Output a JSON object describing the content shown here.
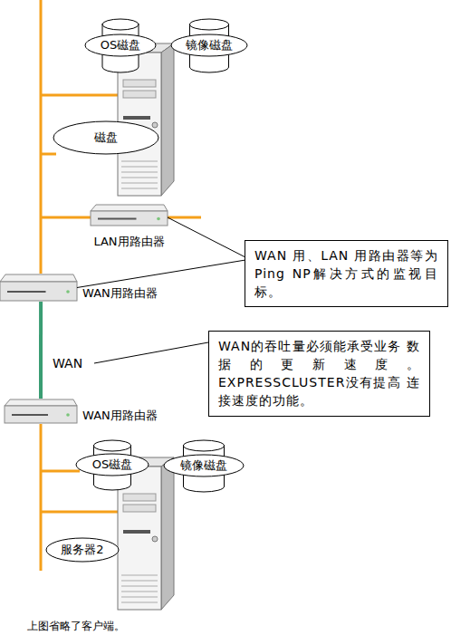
{
  "diagram": {
    "nodes": [
      {
        "text": [
          "OS磁盘"
        ]
      },
      {
        "text": [
          "镜像磁盘"
        ]
      },
      {
        "text": [
          "磁盘"
        ]
      },
      {
        "text": [
          "LAN用路由器"
        ]
      },
      {
        "text": [
          "WAN 用、LAN 用路由器等为 Ping NP解决方式的监视目标。"
        ]
      },
      {
        "text": [
          "WAN用路由器"
        ]
      },
      {
        "text": [
          "WAN的吞吐量必须能承受业务 数据的更新速度。 EXPRESSCLUSTER没有提高 连接速度的功能。"
        ]
      },
      {
        "text": [
          "WAN用路由器"
        ]
      },
      {
        "text": [
          "OS磁盘"
        ]
      },
      {
        "text": [
          "镜像磁盘"
        ]
      },
      {
        "text": [
          "服务器2"
        ]
      }
    ],
    "edges": [
      {
        "from": 4,
        "to": 3,
        "arrow": "none"
      },
      {
        "from": 4,
        "to": 5,
        "arrow": "none"
      },
      {
        "from": 5,
        "to": 7,
        "arrow": "none"
      }
    ],
    "labels": [
      "WAN",
      "上图省略了客户端。"
    ]
  }
}
